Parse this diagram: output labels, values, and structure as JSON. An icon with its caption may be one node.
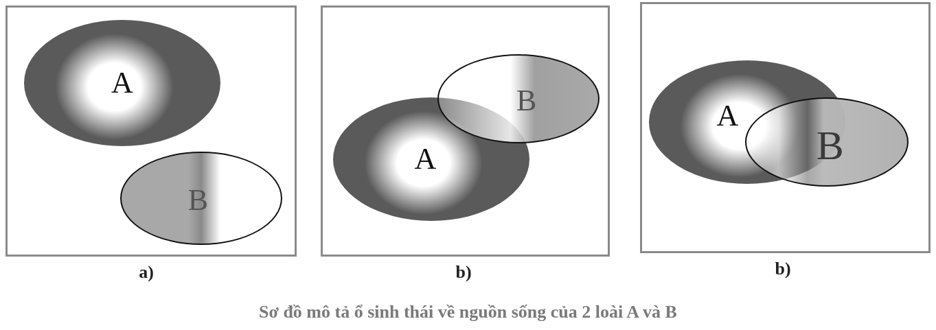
{
  "diagram": {
    "caption": "Sơ đồ mô tả ổ sinh thái về nguồn sống của 2 loài A và B",
    "nodes": [
      {
        "text": [],
        "shape": "box",
        "beside": [
          "a)"
        ]
      },
      {
        "text": [
          "A"
        ],
        "in": 0
      },
      {
        "text": [
          "B"
        ],
        "in": 0
      },
      {
        "text": [],
        "shape": "box",
        "beside": [
          "b)"
        ]
      },
      {
        "text": [
          "A"
        ],
        "in": 3
      },
      {
        "text": [
          "B"
        ],
        "in": 3
      },
      {
        "text": [],
        "shape": "box",
        "beside": [
          "b)"
        ]
      },
      {
        "text": [
          "A"
        ],
        "in": 6
      },
      {
        "text": [
          "B"
        ],
        "in": 6
      }
    ]
  }
}
